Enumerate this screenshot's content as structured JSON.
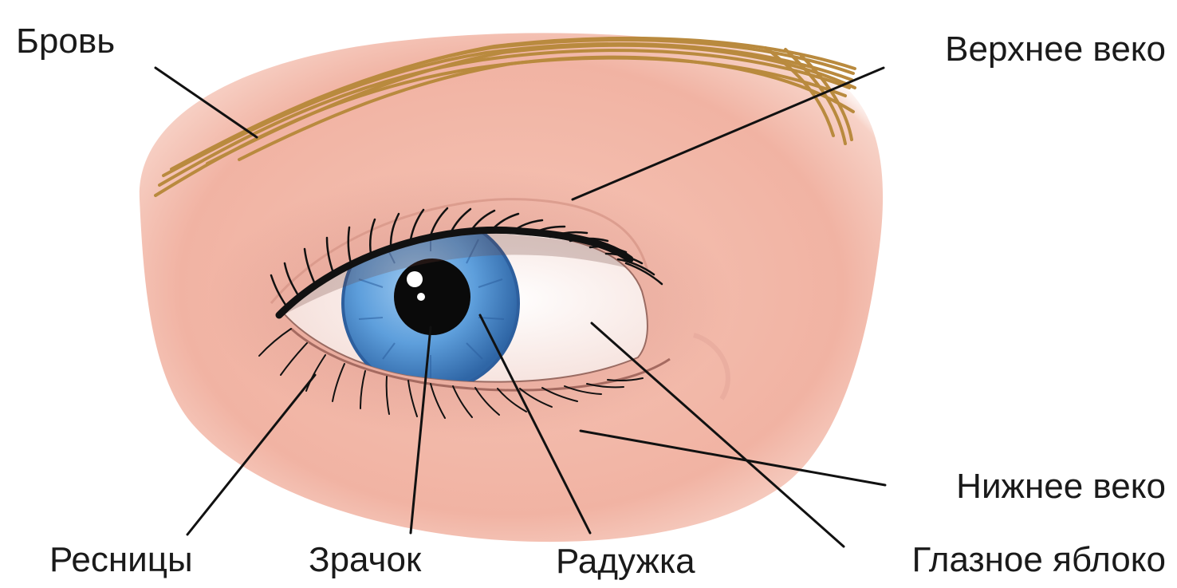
{
  "labels": {
    "eyebrow": "Бровь",
    "upper_eyelid": "Верхнее веко",
    "lower_eyelid": "Нижнее веко",
    "eyelashes": "Ресницы",
    "pupil": "Зрачок",
    "iris": "Радужка",
    "eyeball": "Глазное яблоко"
  },
  "colors": {
    "skin": "#f2b7a6",
    "skin_shadow": "#d98f83",
    "eyebrow": "#b98a3e",
    "iris": "#5b9ad6",
    "iris_dark": "#2d5f9e",
    "pupil": "#0a0a0a",
    "sclera": "#fbf1ee",
    "lash": "#1a1a1a",
    "leader_line": "#111111"
  }
}
